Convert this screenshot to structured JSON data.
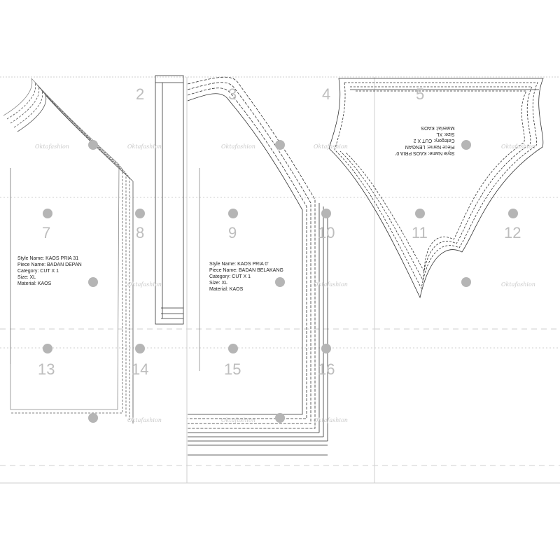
{
  "tiles": [
    "2",
    "3",
    "4",
    "5",
    "7",
    "8",
    "9",
    "10",
    "11",
    "12",
    "13",
    "14",
    "15",
    "16"
  ],
  "watermark_text": "Oktafashion",
  "pieces": {
    "front": {
      "style": "Style Name: KAOS PRIA 31",
      "piece": "Piece Name: BADAN DEPAN",
      "category": "Category: CUT X 1",
      "size": "Size: XL",
      "material": "Material: KAOS"
    },
    "back": {
      "style": "Style Name: KAOS PRIA 0'",
      "piece": "Piece Name: BADAN BELAKANG",
      "category": "Category: CUT X 1",
      "size": "Size: XL",
      "material": "Material: KAOS"
    },
    "sleeve": {
      "style": "Style Name: KAOS PRIA 0'",
      "piece": "Piece Name: LENGAN",
      "category": "Category: CUT X 2",
      "size": "Size: XL",
      "material": "Material: KAOS"
    }
  }
}
